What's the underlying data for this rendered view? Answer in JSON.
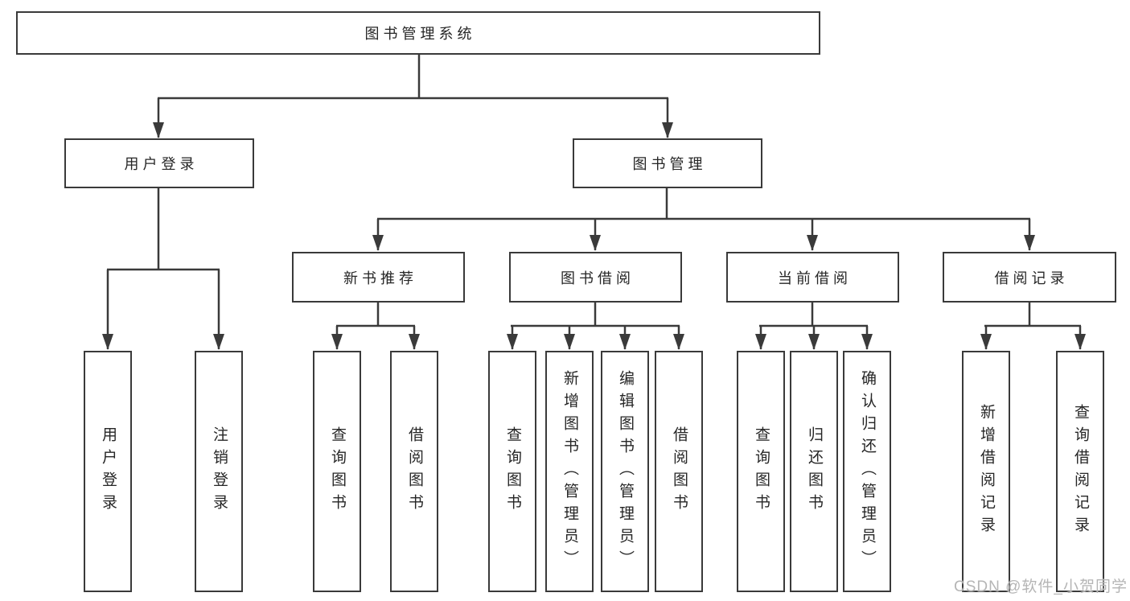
{
  "page": {
    "background": "#ffffff",
    "line_color": "#3a3a3a",
    "text_color": "#262626"
  },
  "tree": {
    "root": {
      "label": "图书管理系统"
    },
    "level2": [
      {
        "label": "用户登录",
        "parent": "图书管理系统"
      },
      {
        "label": "图书管理",
        "parent": "图书管理系统"
      }
    ],
    "level3": [
      {
        "label": "新书推荐",
        "parent": "图书管理"
      },
      {
        "label": "图书借阅",
        "parent": "图书管理"
      },
      {
        "label": "当前借阅",
        "parent": "图书管理"
      },
      {
        "label": "借阅记录",
        "parent": "图书管理"
      }
    ],
    "leaves": [
      {
        "label": "用户登录",
        "parent": "用户登录"
      },
      {
        "label": "注销登录",
        "parent": "用户登录"
      },
      {
        "label": "查询图书",
        "parent": "新书推荐"
      },
      {
        "label": "借阅图书",
        "parent": "新书推荐"
      },
      {
        "label": "查询图书",
        "parent": "图书借阅"
      },
      {
        "label": "新增图书（管理员）",
        "parent": "图书借阅"
      },
      {
        "label": "编辑图书（管理员）",
        "parent": "图书借阅"
      },
      {
        "label": "借阅图书",
        "parent": "图书借阅"
      },
      {
        "label": "查询图书",
        "parent": "当前借阅"
      },
      {
        "label": "归还图书",
        "parent": "当前借阅"
      },
      {
        "label": "确认归还（管理员）",
        "parent": "当前借阅"
      },
      {
        "label": "新增借阅记录",
        "parent": "借阅记录"
      },
      {
        "label": "查询借阅记录",
        "parent": "借阅记录"
      }
    ]
  },
  "watermark": {
    "text": "CSDN @软件_小贺同学",
    "color": "#b5b5b5"
  }
}
